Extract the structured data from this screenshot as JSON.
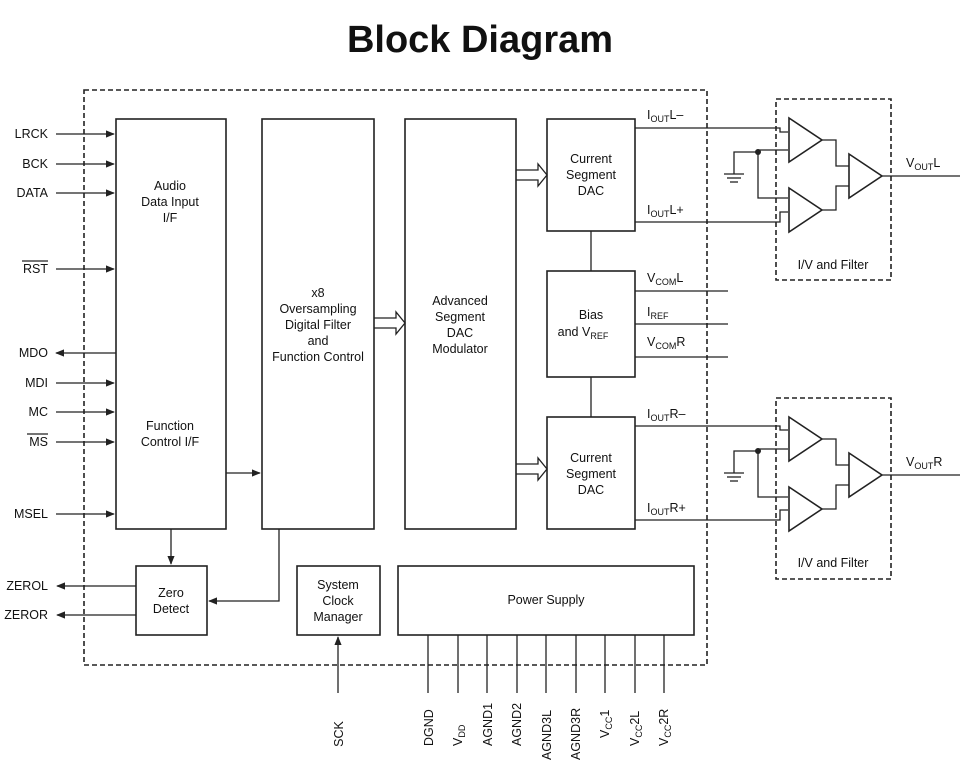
{
  "title": "Block Diagram",
  "inputs": {
    "lrck": "LRCK",
    "bck": "BCK",
    "data": "DATA",
    "rst": "RST",
    "mdo": "MDO",
    "mdi": "MDI",
    "mc": "MC",
    "ms": "MS",
    "msel": "MSEL",
    "zerol": "ZEROL",
    "zeror": "ZEROR"
  },
  "blocks": {
    "audio_if": [
      "Audio",
      "Data Input",
      "I/F"
    ],
    "function_if": [
      "Function",
      "Control I/F"
    ],
    "oversampling": [
      "x8",
      "Oversampling",
      "Digital Filter",
      "and",
      "Function Control"
    ],
    "modulator": [
      "Advanced",
      "Segment",
      "DAC",
      "Modulator"
    ],
    "dac_left": [
      "Current",
      "Segment",
      "DAC"
    ],
    "dac_right": [
      "Current",
      "Segment",
      "DAC"
    ],
    "bias": [
      "Bias",
      "and V",
      "REF"
    ],
    "zero_detect": [
      "Zero",
      "Detect"
    ],
    "clock_manager": [
      "System",
      "Clock",
      "Manager"
    ],
    "power_supply": "Power Supply",
    "filter_left": "I/V and Filter",
    "filter_right": "I/V and Filter"
  },
  "signals": {
    "iout": "I",
    "out_sub": "OUT",
    "v": "V",
    "com_sub": "COM",
    "ref_sub": "REF",
    "l_minus": "L–",
    "l_plus": "L+",
    "r_minus": "R–",
    "r_plus": "R+",
    "com_l": "L",
    "com_r": "R",
    "vout_l": "L",
    "vout_r": "R"
  },
  "bottom_pins": {
    "sck": "SCK",
    "dgnd": "DGND",
    "vdd_v": "V",
    "vdd_sub": "DD",
    "agnd1": "AGND1",
    "agnd2": "AGND2",
    "agnd3l": "AGND3L",
    "agnd3r": "AGND3R",
    "vcc": "V",
    "cc_sub": "CC",
    "vcc1_suffix": "1",
    "vcc2l_suffix": "2L",
    "vcc2r_suffix": "2R"
  }
}
